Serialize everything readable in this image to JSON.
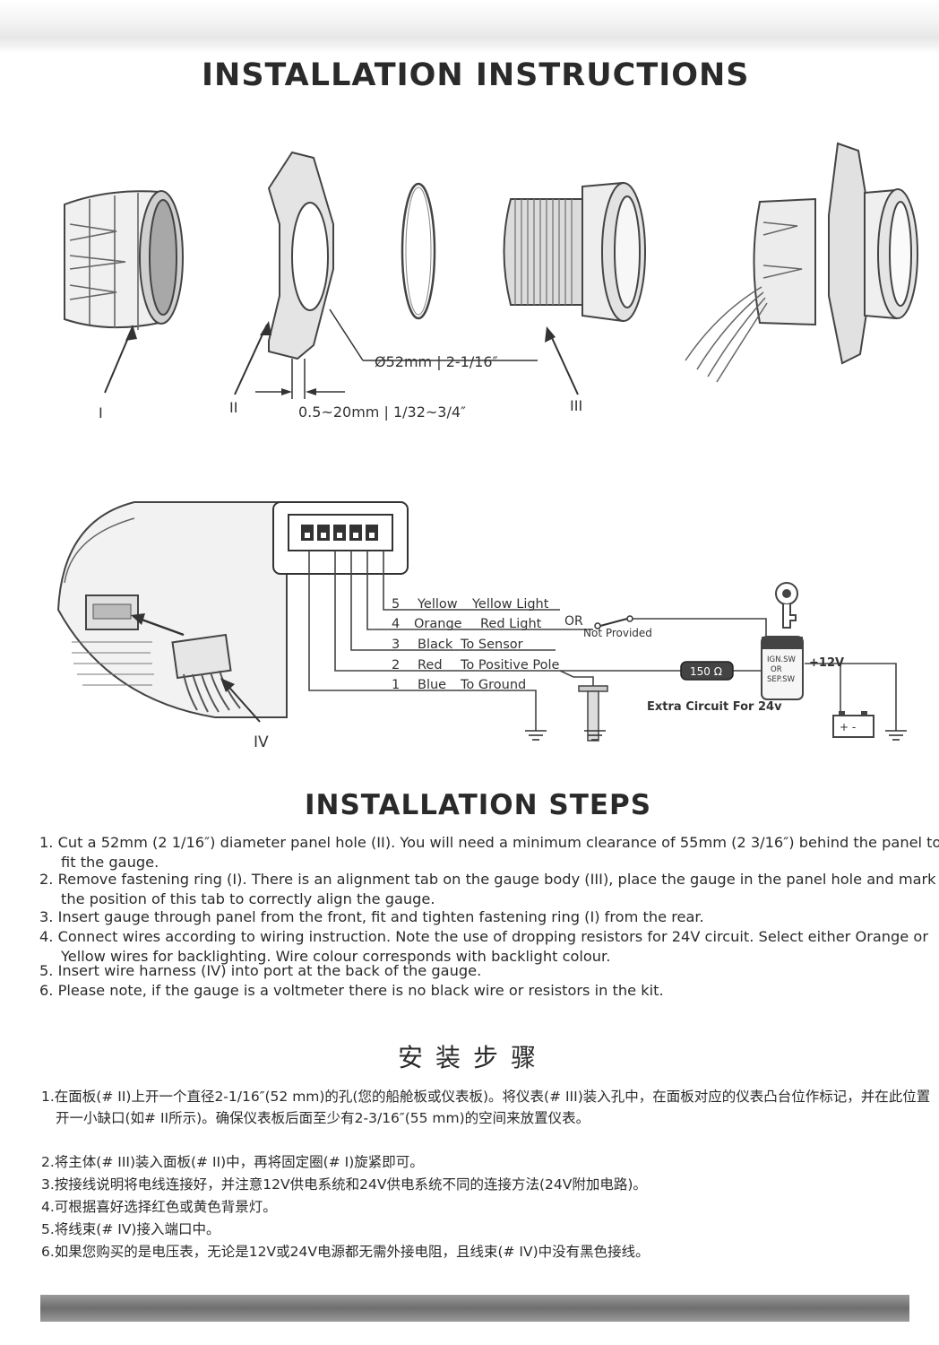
{
  "title": "INSTALLATION INSTRUCTIONS",
  "parts": {
    "label_i": "I",
    "label_ii": "II",
    "label_iii": "III",
    "label_iv": "IV",
    "diameter": "Ø52mm | 2-1/16″",
    "thickness": "0.5~20mm | 1/32~3/4″"
  },
  "wiring": {
    "wires": [
      {
        "num": "5",
        "color": "Yellow",
        "function": "Yellow Light"
      },
      {
        "num": "4",
        "color": "Orange",
        "function": "Red Light"
      },
      {
        "num": "3",
        "color": "Black",
        "function": "To Sensor"
      },
      {
        "num": "2",
        "color": "Red",
        "function": "To Positive Pole"
      },
      {
        "num": "1",
        "color": "Blue",
        "function": "To Ground"
      }
    ],
    "or_label": "OR",
    "not_provided": "Not Provided",
    "resistor": "150 Ω",
    "switch_lines": [
      "IGN.SW",
      "OR",
      "SEP.SW"
    ],
    "voltage": "+12V",
    "extra_circuit": "Extra Circuit For 24v",
    "battery_sign": "+ -"
  },
  "steps_title": "INSTALLATION STEPS",
  "steps": [
    "1. Cut a 52mm (2 1/16″) diameter panel hole (II). You will need a minimum clearance of 55mm (2 3/16″) behind the panel to fit the gauge.",
    "2. Remove fastening ring (I). There is an alignment tab on the gauge body (III), place the gauge in the panel hole and mark the position of this tab to correctly align the gauge.",
    "3. Insert gauge through panel from the front, fit and tighten fastening ring (I) from the rear.",
    "4. Connect wires according to wiring instruction. Note the use of dropping resistors for 24V circuit. Select either Orange or Yellow wires for backlighting. Wire colour corresponds with backlight colour.",
    "5. Insert wire harness (IV) into port at the back of the gauge.",
    "6. Please note, if the gauge is a voltmeter there is no black wire or resistors in the kit."
  ],
  "cn_title": "安装步骤",
  "cn_steps": [
    "1.在面板(# II)上开一个直径2-1/16″(52 mm)的孔(您的船舱板或仪表板)。将仪表(# III)装入孔中，在面板对应的仪表凸台位作标记，并在此位置开一小缺口(如# II所示)。确保仪表板后面至少有2-3/16″(55 mm)的空间来放置仪表。",
    "2.将主体(# III)装入面板(# II)中，再将固定圈(# I)旋紧即可。",
    "3.按接线说明将电线连接好，并注意12V供电系统和24V供电系统不同的连接方法(24V附加电路)。",
    "4.可根据喜好选择红色或黄色背景灯。",
    "5.将线束(# IV)接入端口中。",
    "6.如果您购买的是电压表，无论是12V或24V电源都无需外接电阻，且线束(# IV)中没有黑色接线。"
  ]
}
